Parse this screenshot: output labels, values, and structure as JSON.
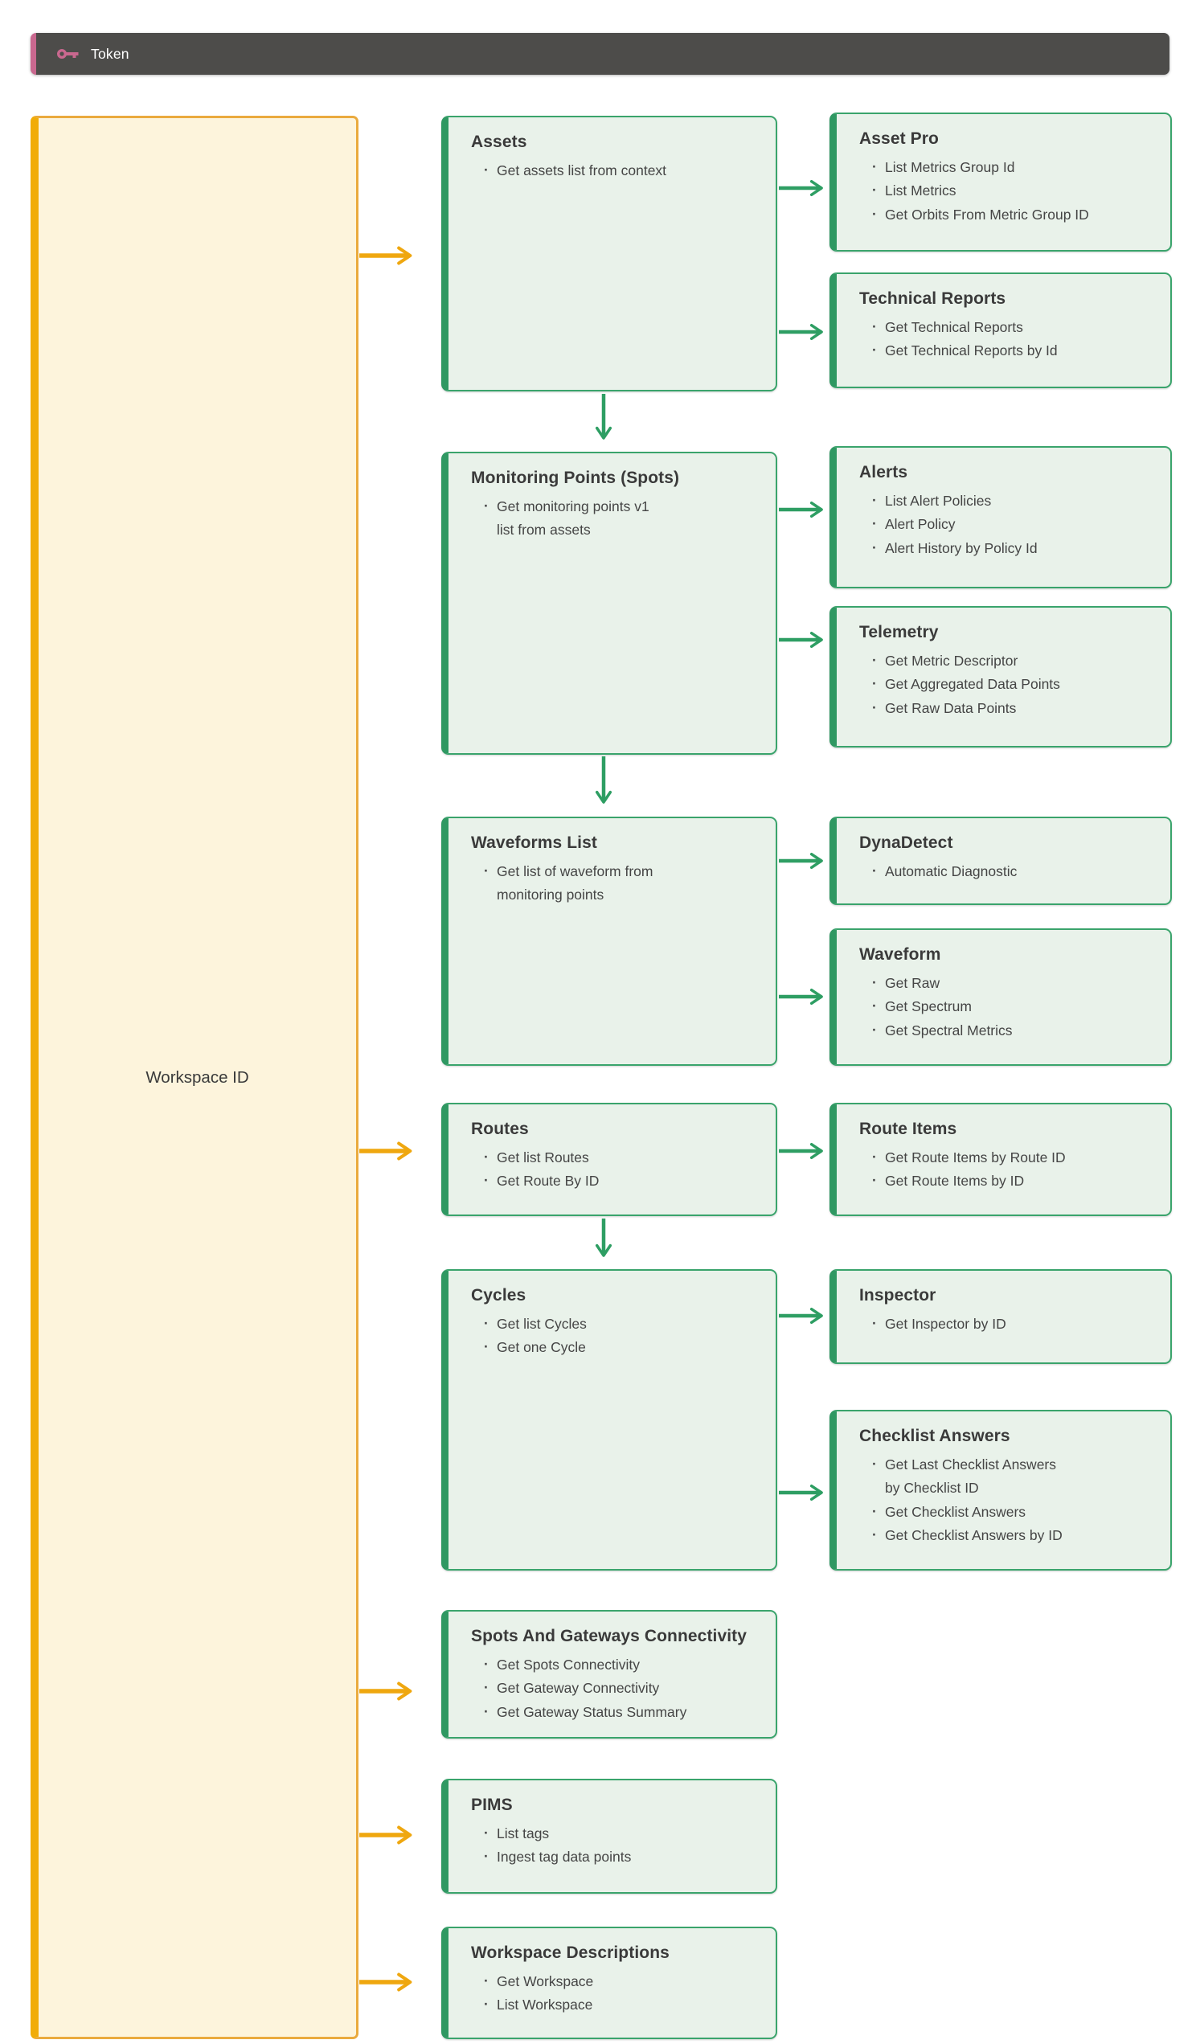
{
  "header": {
    "title": "Token",
    "icon": "key-icon"
  },
  "workspace": {
    "label": "Workspace ID"
  },
  "colors": {
    "token_bar_bg": "#4D4C4A",
    "token_text": "#FFFFFF",
    "token_accent": "#C9688F",
    "workspace_bg": "#FDF4DC",
    "workspace_border": "#EAAA3E",
    "workspace_accent": "#F1AC08",
    "card_bg": "#E9F2EA",
    "card_border": "#3AA46C",
    "card_accent": "#2F9862",
    "arrow_green": "#2E9E63",
    "arrow_orange": "#EFA70F",
    "text_strong": "#3A3A3A",
    "text_body": "#454545"
  },
  "cards": [
    {
      "title": "Assets",
      "items": [
        "Get assets list from context"
      ]
    },
    {
      "title": "Monitoring Points (Spots)",
      "items": [
        "Get monitoring points v1\nlist from assets"
      ]
    },
    {
      "title": "Waveforms List",
      "items": [
        "Get list of waveform from\nmonitoring points"
      ]
    },
    {
      "title": "Routes",
      "items": [
        "Get list Routes",
        "Get Route By ID"
      ]
    },
    {
      "title": "Cycles",
      "items": [
        "Get list Cycles",
        "Get one Cycle"
      ]
    },
    {
      "title": "Spots And Gateways Connectivity",
      "items": [
        "Get Spots Connectivity",
        "Get Gateway Connectivity",
        "Get Gateway Status Summary"
      ]
    },
    {
      "title": "PIMS",
      "items": [
        "List tags",
        "Ingest tag data points"
      ]
    },
    {
      "title": "Workspace Descriptions",
      "items": [
        "Get Workspace",
        "List Workspace"
      ]
    },
    {
      "title": "Asset Pro",
      "items": [
        "List Metrics Group Id",
        "List Metrics",
        "Get Orbits From Metric Group ID"
      ]
    },
    {
      "title": "Technical Reports",
      "items": [
        "Get Technical Reports",
        "Get Technical Reports by Id"
      ]
    },
    {
      "title": "Alerts",
      "items": [
        "List Alert Policies",
        "Alert Policy",
        "Alert History by Policy Id"
      ]
    },
    {
      "title": "Telemetry",
      "items": [
        "Get Metric Descriptor",
        "Get Aggregated Data Points",
        "Get Raw Data Points"
      ]
    },
    {
      "title": "DynaDetect",
      "items": [
        "Automatic Diagnostic"
      ]
    },
    {
      "title": "Waveform",
      "items": [
        "Get Raw",
        "Get Spectrum",
        "Get Spectral Metrics"
      ]
    },
    {
      "title": "Route Items",
      "items": [
        "Get Route Items by Route ID",
        "Get Route Items by ID"
      ]
    },
    {
      "title": "Inspector",
      "items": [
        "Get Inspector by ID"
      ]
    },
    {
      "title": "Checklist Answers",
      "items": [
        "Get Last Checklist Answers\nby Checklist ID",
        "Get Checklist Answers",
        "Get Checklist Answers by ID"
      ]
    }
  ]
}
